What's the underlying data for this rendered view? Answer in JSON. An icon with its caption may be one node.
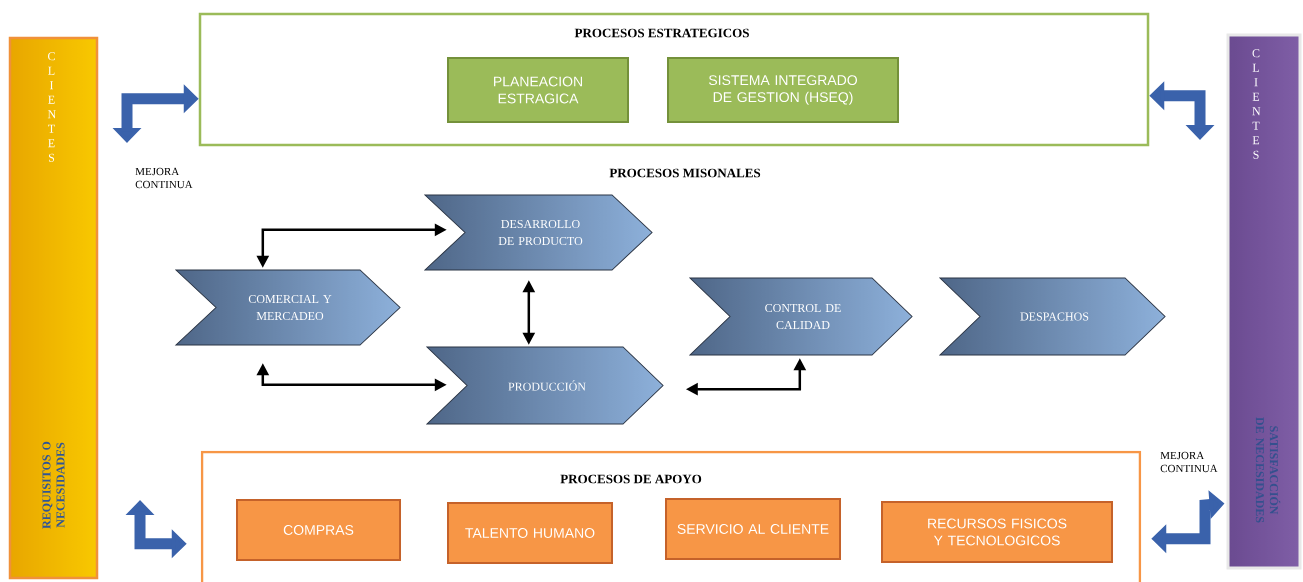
{
  "diagram": {
    "nodes": [
      {
        "text": [
          "C L I E N T E S",
          "REQUISITOS O NECESIDADES"
        ]
      },
      {
        "text": [
          "PROCESOS ESTRATEGICOS"
        ]
      },
      {
        "text": [
          "PLANEACION ESTRAGICA"
        ],
        "in": 1
      },
      {
        "text": [
          "SISTEMA INTEGRADO DE GESTION (HSEQ)"
        ],
        "in": 1
      },
      {
        "text": [
          "COMERCIAL Y MERCADEO"
        ]
      },
      {
        "text": [
          "DESARROLLO DE PRODUCTO"
        ]
      },
      {
        "text": [
          "PRODUCCIÓN"
        ]
      },
      {
        "text": [
          "CONTROL DE CALIDAD"
        ]
      },
      {
        "text": [
          "DESPACHOS"
        ]
      },
      {
        "text": [
          "PROCESOS DE APOYO"
        ]
      },
      {
        "text": [
          "COMPRAS"
        ],
        "in": 9
      },
      {
        "text": [
          "TALENTO HUMANO"
        ],
        "in": 9
      },
      {
        "text": [
          "SERVICIO AL CLIENTE"
        ],
        "in": 9
      },
      {
        "text": [
          "RECURSOS FISICOS Y TECNOLOGICOS"
        ],
        "in": 9
      },
      {
        "text": [
          "C L I E N T E S",
          "SATISFACCIÓN DE NECESIDADES"
        ]
      }
    ],
    "edges": [
      {
        "from": null,
        "to": 1,
        "arrow": "both",
        "style": "thick",
        "color": "#3a62ab"
      },
      {
        "from": null,
        "to": 1,
        "arrow": "both",
        "style": "thick",
        "color": "#3a62ab"
      },
      {
        "from": 4,
        "to": 5,
        "arrow": "both",
        "color": "#000000"
      },
      {
        "from": 5,
        "to": 6,
        "arrow": "both",
        "color": "#000000"
      },
      {
        "from": 4,
        "to": 6,
        "arrow": "both",
        "color": "#000000"
      },
      {
        "from": 6,
        "to": 7,
        "arrow": "both",
        "color": "#000000"
      },
      {
        "from": null,
        "to": 9,
        "arrow": "both",
        "style": "thick",
        "color": "#3a62ab"
      },
      {
        "from": 14,
        "to": 9,
        "arrow": "both",
        "style": "thick",
        "color": "#3a62ab"
      }
    ],
    "labels": [
      "MEJORA CONTINUA",
      "PROCESOS MISONALES",
      "MEJORA CONTINUA"
    ]
  }
}
